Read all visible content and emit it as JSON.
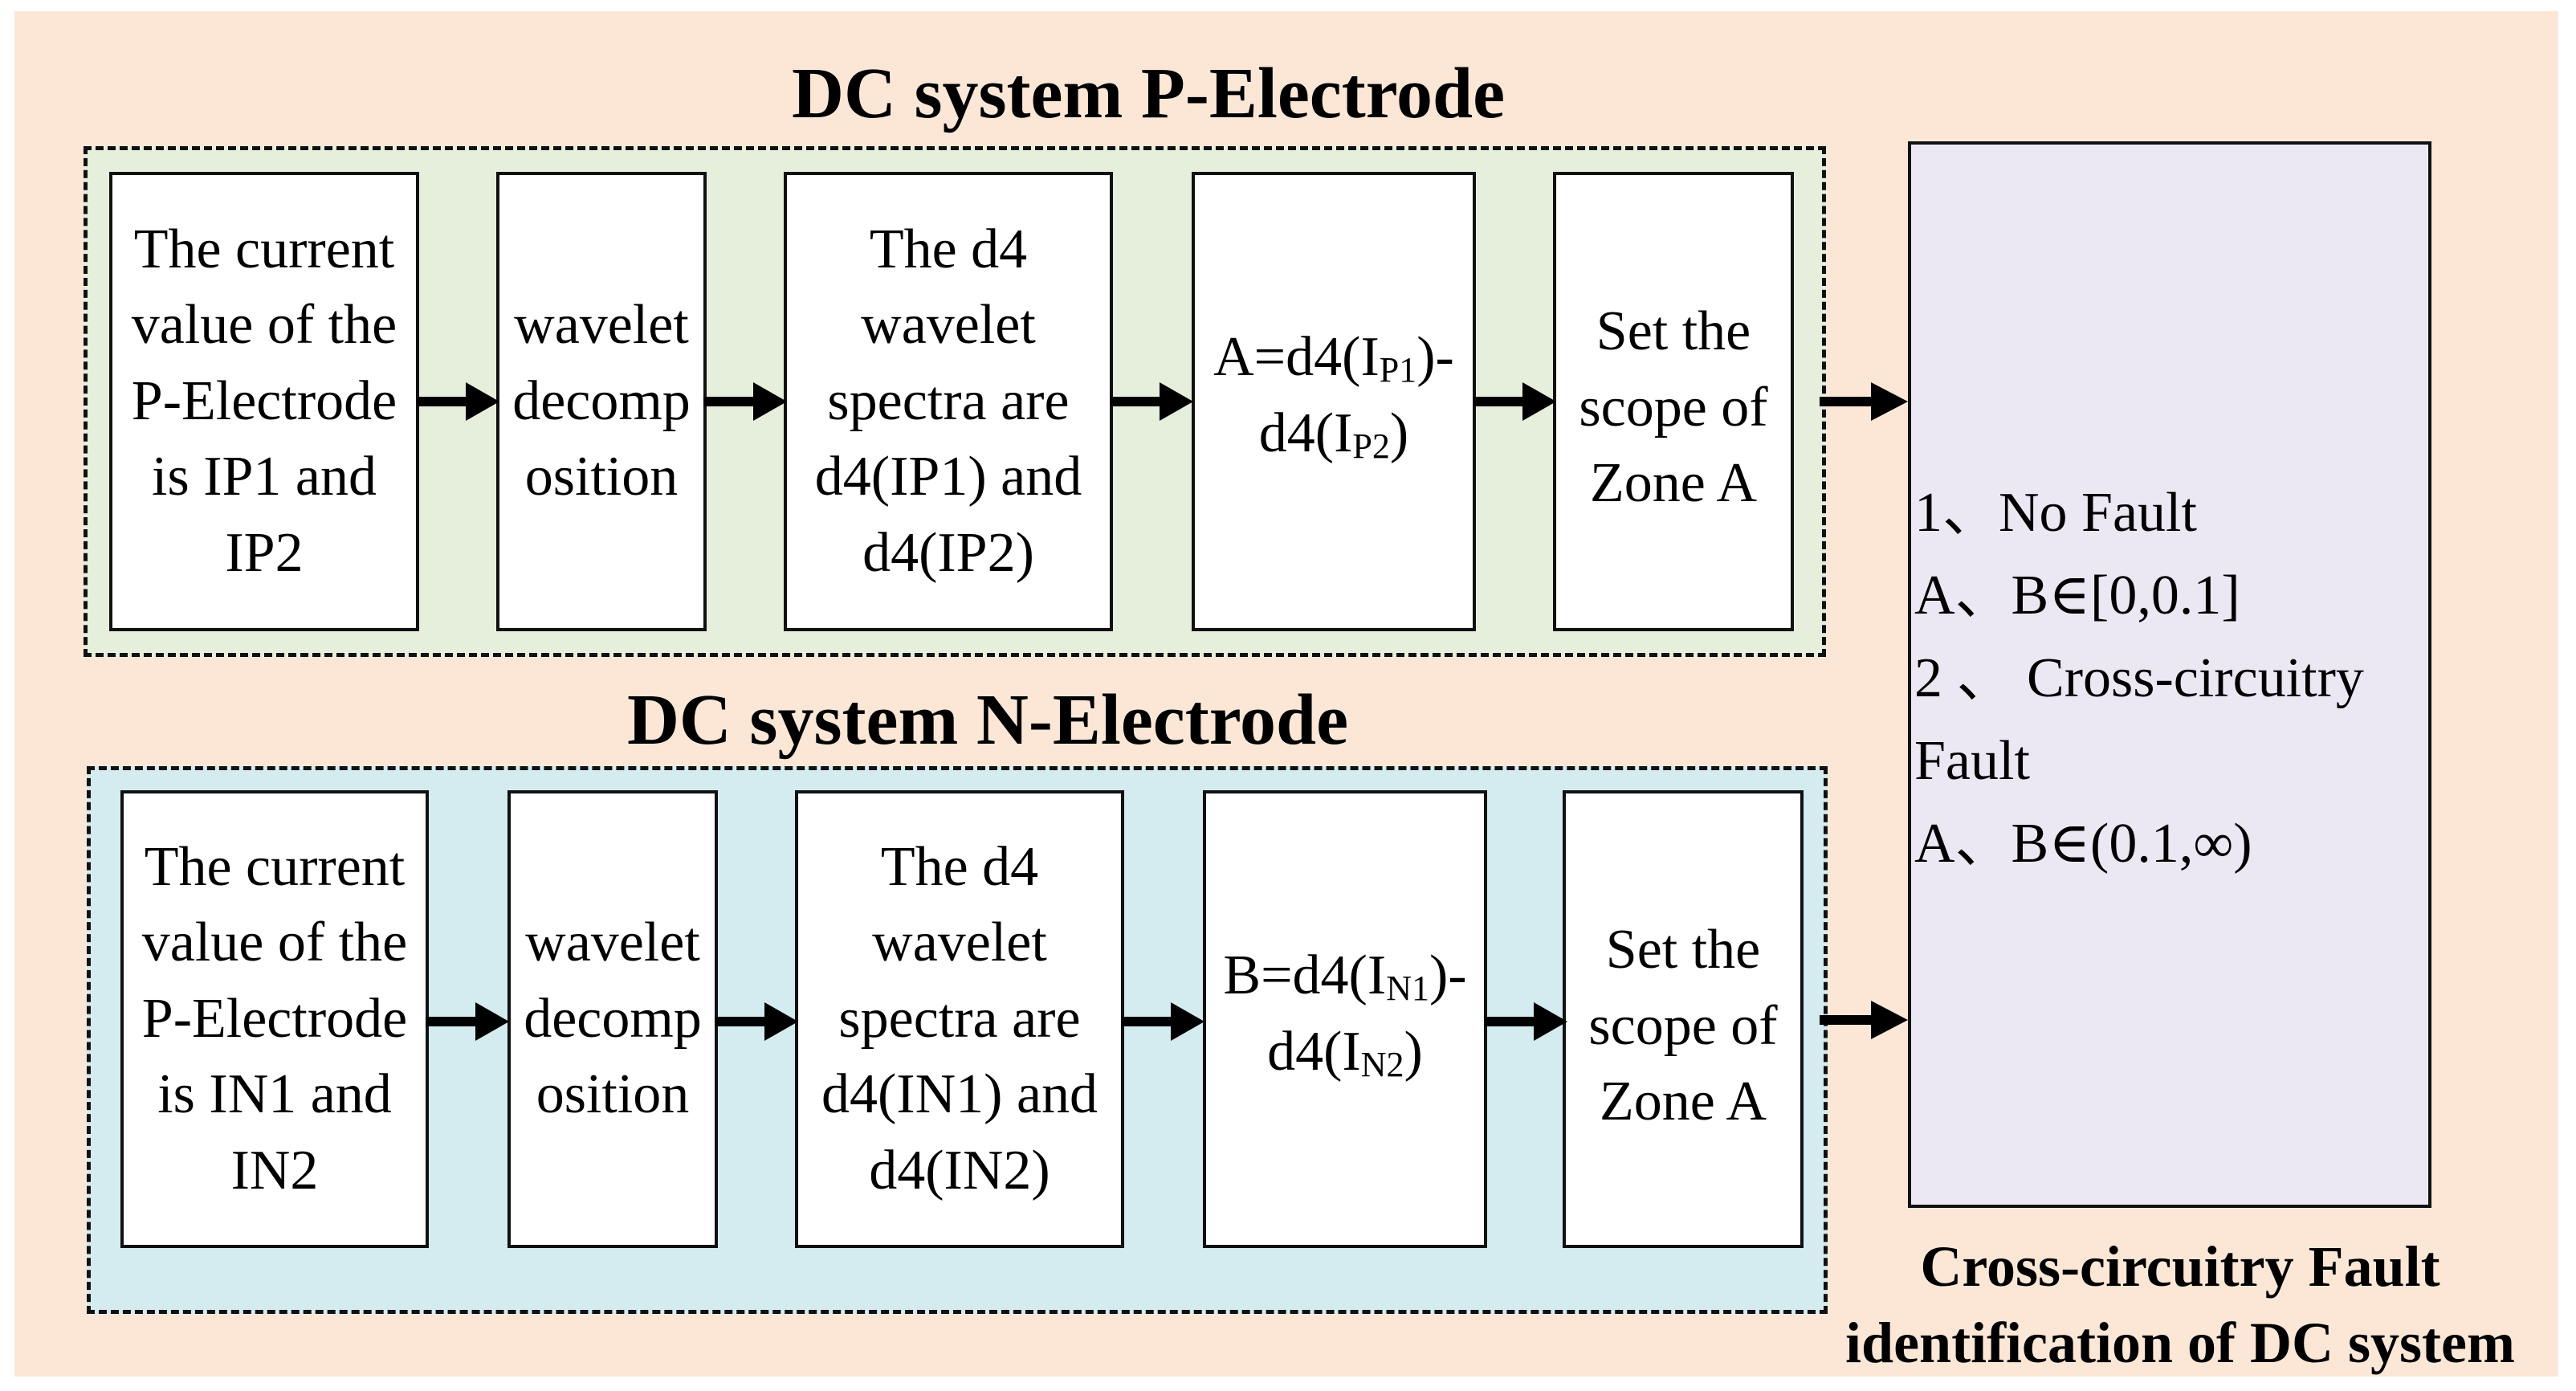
{
  "colors": {
    "background": "#fce7d7",
    "p_group_fill": "#e6eedc",
    "n_group_fill": "#d4ebef",
    "result_fill": "#ece8f3",
    "stroke": "#111111"
  },
  "p_section": {
    "title": "DC system P-Electrode",
    "boxes": {
      "current_value": "The current value of the P-Electrode is IP1 and IP2",
      "wavelet": "wavelet decomp osition",
      "spectra": "The d4 wavelet spectra are d4(IP1) and d4(IP2)",
      "formula": {
        "prefix": "A=d4(I",
        "sub1": "P1",
        "mid": ")-",
        "line2_prefix": "d4(I",
        "sub2": "P2",
        "suffix": ")"
      },
      "zone": "Set the scope of Zone A"
    }
  },
  "n_section": {
    "title": "DC system N-Electrode",
    "boxes": {
      "current_value": "The current value of the P-Electrode is IN1 and IN2",
      "wavelet": "wavelet decomp osition",
      "spectra": "The d4 wavelet spectra are d4(IN1) and d4(IN2)",
      "formula": {
        "prefix": "B=d4(I",
        "sub1": "N1",
        "mid": ")-",
        "line2_prefix": "d4(I",
        "sub2": "N2",
        "suffix": ")"
      },
      "zone": "Set the scope of Zone A"
    }
  },
  "result": {
    "lines": [
      "1、No Fault",
      "A、B∈[0,0.1]",
      "2 、 Cross-circuitry",
      "Fault",
      "A、B∈(0.1,∞)"
    ]
  },
  "caption": {
    "line1": "Cross-circuitry Fault",
    "line2": "identification of DC system"
  }
}
